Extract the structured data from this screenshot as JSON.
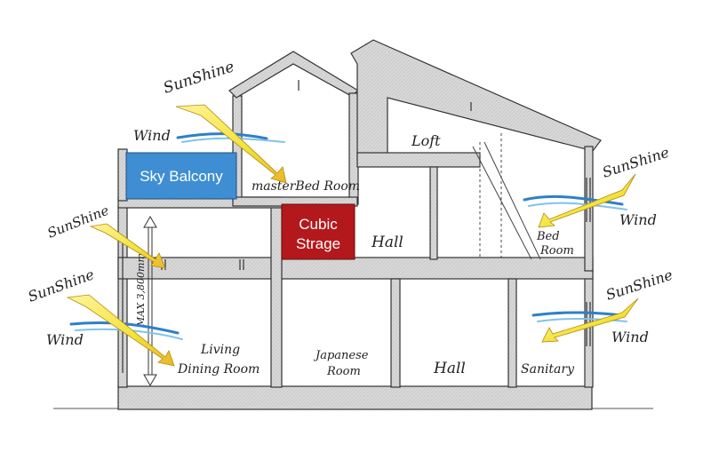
{
  "rooms": {
    "sky_balcony": "Sky Balcony",
    "cubic_storage_line1": "Cubic",
    "cubic_storage_line2": "Strage",
    "master_bedroom": "masterBed Room",
    "loft": "Loft",
    "hall_upper": "Hall",
    "bedroom_line1": "Bed",
    "bedroom_line2": "Room",
    "living_line1": "Living",
    "living_line2": "Dining Room",
    "japanese_line1": "Japanese",
    "japanese_line2": "Room",
    "hall_lower": "Hall",
    "sanitary": "Sanitary"
  },
  "dimension": "MAX 3,800mm",
  "annotations": {
    "sunshine_top": "SunShine",
    "wind_top": "Wind",
    "sunshine_right_upper": "SunShine",
    "wind_right_upper": "Wind",
    "sunshine_left_mid": "SunShine",
    "sunshine_left_low": "SunShine",
    "wind_left_low": "Wind",
    "sunshine_right_lower": "SunShine",
    "wind_right_lower": "Wind"
  },
  "colors": {
    "wall": "#d6d6d6",
    "wall_stroke": "#333333",
    "sky_balcony": "#3f8ed3",
    "cubic_storage": "#b3191c",
    "sun_arrow": "#f2e23a",
    "wind_stream": "#2f7fc8"
  }
}
